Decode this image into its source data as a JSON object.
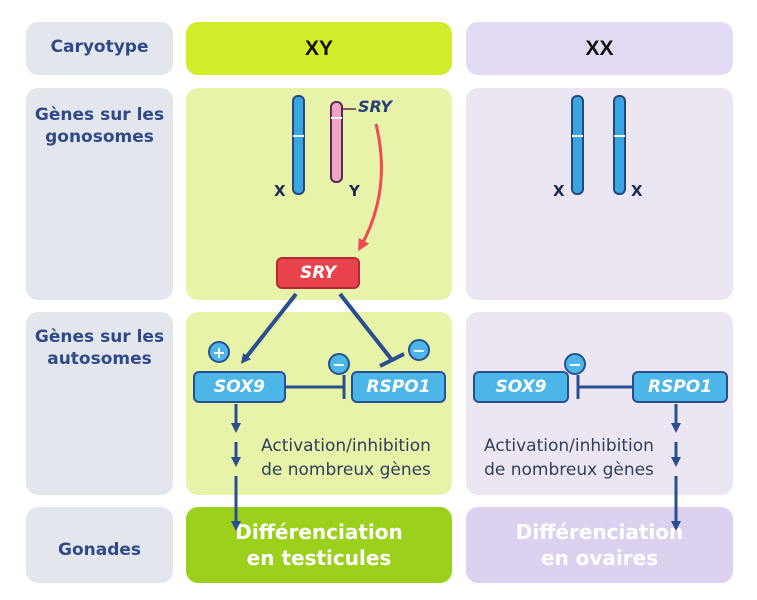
{
  "rows": {
    "caryotype": "Caryotype",
    "gonosomes": [
      "Gènes sur les",
      "gonosomes"
    ],
    "autosomes": [
      "Gènes sur les",
      "autosomes"
    ],
    "gonades": "Gonades"
  },
  "columns": {
    "xy": "XY",
    "xx": "XX"
  },
  "chromosomes": {
    "xy_left": "X",
    "xy_right": "Y",
    "xx_left": "X",
    "xx_right": "X",
    "sry_label": "SRY"
  },
  "genes": {
    "sry": "SRY",
    "sox9_xy": "SOX9",
    "rspo1_xy": "RSPO1",
    "sox9_xx": "SOX9",
    "rspo1_xx": "RSPO1"
  },
  "signs": {
    "plus": "+",
    "minus": "−"
  },
  "notes": {
    "xy": [
      "Activation/inhibition",
      "de nombreux gènes"
    ],
    "xx": [
      "Activation/inhibition",
      "de nombreux gènes"
    ]
  },
  "gonads": {
    "xy": [
      "Différenciation",
      "en testicules"
    ],
    "xx": [
      "Différenciation",
      "en ovaires"
    ]
  },
  "colors": {
    "xy_header": "#d2ec2a",
    "xx_header": "#e3daf3",
    "xy_panel": "#e6f3a9",
    "xx_panel": "#ece6f3",
    "xy_gonad": "#9bd11c",
    "xx_gonad": "#dcd2ef",
    "arrow_dark": "#2a4f8f",
    "arrow_red": "#ee4c52",
    "label_text": "#2f4a88"
  }
}
